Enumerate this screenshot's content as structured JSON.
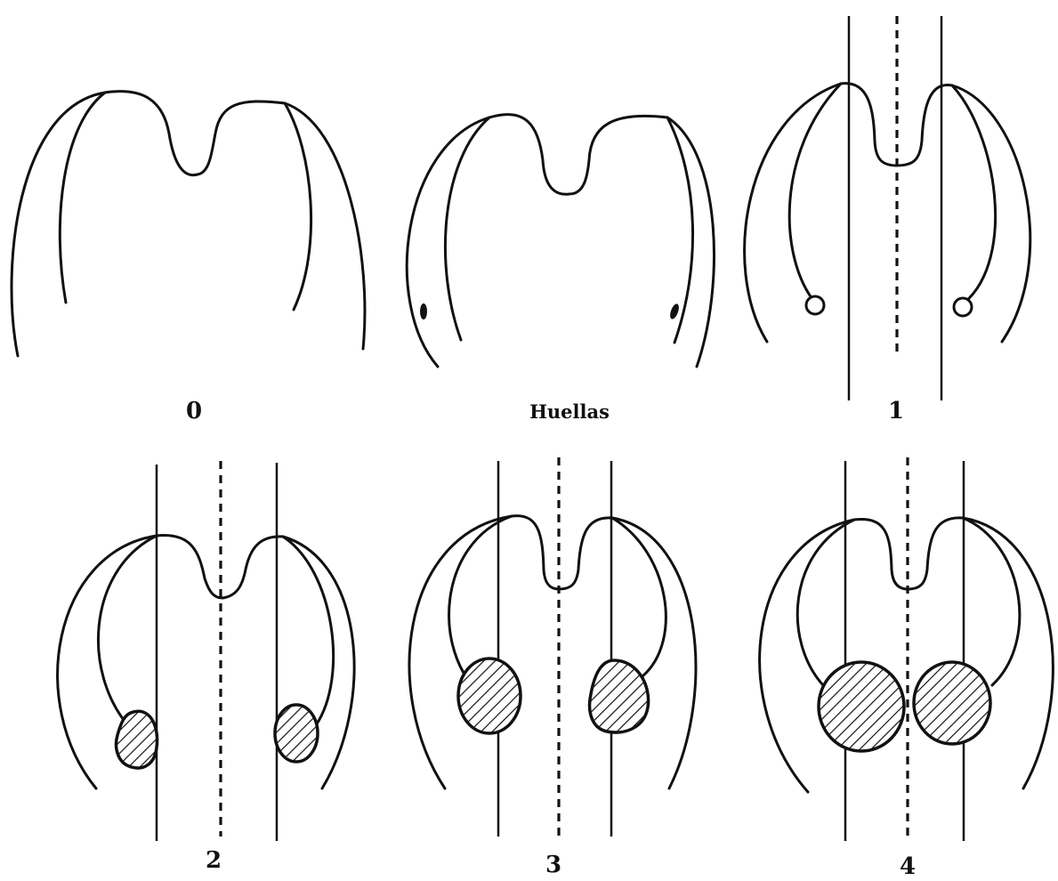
{
  "panels": [
    {
      "id": "grade-0",
      "label": "0"
    },
    {
      "id": "huellas",
      "label": "Huellas"
    },
    {
      "id": "grade-1",
      "label": "1"
    },
    {
      "id": "grade-2",
      "label": "2"
    },
    {
      "id": "grade-3",
      "label": "3"
    },
    {
      "id": "grade-4",
      "label": "4"
    }
  ]
}
